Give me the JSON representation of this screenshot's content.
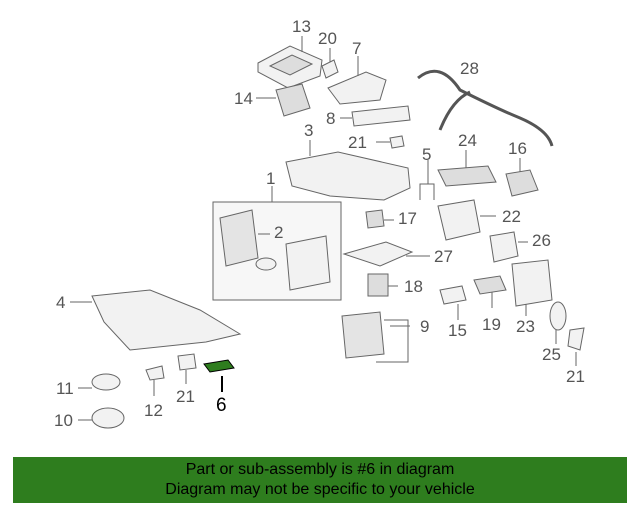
{
  "callouts": [
    {
      "id": "c13",
      "text": "13"
    },
    {
      "id": "c20",
      "text": "20"
    },
    {
      "id": "c7",
      "text": "7"
    },
    {
      "id": "c28",
      "text": "28"
    },
    {
      "id": "c14",
      "text": "14"
    },
    {
      "id": "c8",
      "text": "8"
    },
    {
      "id": "c3",
      "text": "3"
    },
    {
      "id": "c21a",
      "text": "21"
    },
    {
      "id": "c5",
      "text": "5"
    },
    {
      "id": "c24",
      "text": "24"
    },
    {
      "id": "c16",
      "text": "16"
    },
    {
      "id": "c1",
      "text": "1"
    },
    {
      "id": "c2",
      "text": "2"
    },
    {
      "id": "c17",
      "text": "17"
    },
    {
      "id": "c22",
      "text": "22"
    },
    {
      "id": "c26",
      "text": "26"
    },
    {
      "id": "c27",
      "text": "27"
    },
    {
      "id": "c4",
      "text": "4"
    },
    {
      "id": "c18",
      "text": "18"
    },
    {
      "id": "c9",
      "text": "9"
    },
    {
      "id": "c15",
      "text": "15"
    },
    {
      "id": "c19",
      "text": "19"
    },
    {
      "id": "c23",
      "text": "23"
    },
    {
      "id": "c25",
      "text": "25"
    },
    {
      "id": "c21b",
      "text": "21"
    },
    {
      "id": "c11",
      "text": "11"
    },
    {
      "id": "c12",
      "text": "12"
    },
    {
      "id": "c21c",
      "text": "21"
    },
    {
      "id": "c10",
      "text": "10"
    },
    {
      "id": "c6",
      "text": "6"
    }
  ],
  "highlight_color": "#2e7d1e",
  "banner": {
    "line1": "Part or sub-assembly is #6 in diagram",
    "line2": "Diagram may not be specific to your vehicle",
    "color": "#2e7d1e"
  }
}
